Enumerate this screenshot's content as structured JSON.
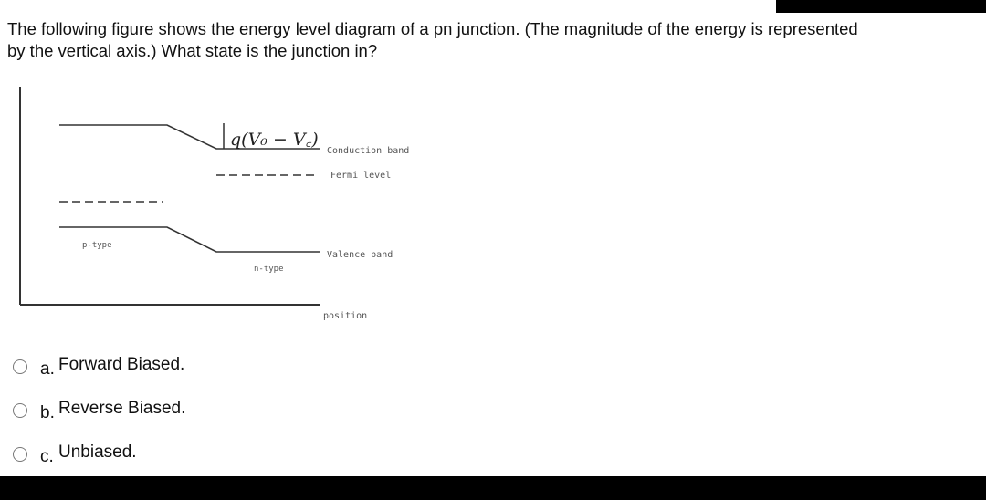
{
  "question": {
    "line1": "The following figure shows the energy level diagram of a pn junction.  (The magnitude of the energy is represented",
    "line2": "by the vertical axis.) What state is the junction in?"
  },
  "diagram": {
    "barrier_label": "q(V₀ − V꜀)",
    "conduction_band_label": "Conduction band",
    "fermi_level_label": "Fermi level",
    "valence_band_label": "Valence band",
    "p_type_label": "p-type",
    "n_type_label": "n-type",
    "position_label": "position"
  },
  "options": [
    {
      "letter": "a.",
      "text": "Forward Biased."
    },
    {
      "letter": "b.",
      "text": "Reverse Biased."
    },
    {
      "letter": "c.",
      "text": "Unbiased."
    }
  ]
}
